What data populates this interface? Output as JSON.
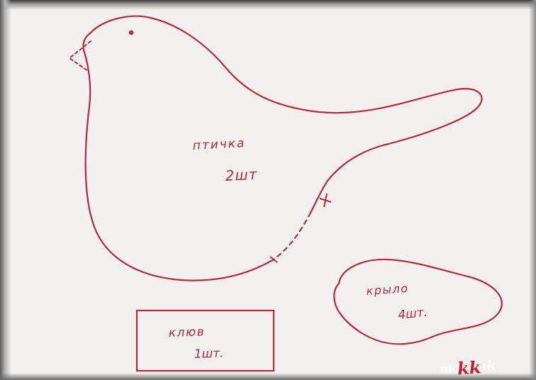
{
  "colors": {
    "ink": "#b52a3d",
    "paper": "#f2f1f0",
    "watermark_light": "#ffffff",
    "watermark_accent": "#c8202e"
  },
  "bird_piece": {
    "name_label": "птичка",
    "count_label": "2шт"
  },
  "wing_piece": {
    "name_label": "крыло",
    "count_label": "4шт."
  },
  "beak_piece": {
    "name_label": "клюв",
    "count_label": "1шт."
  },
  "watermark": {
    "part1": "ma",
    "part2": "kk",
    "part3": "ak"
  }
}
